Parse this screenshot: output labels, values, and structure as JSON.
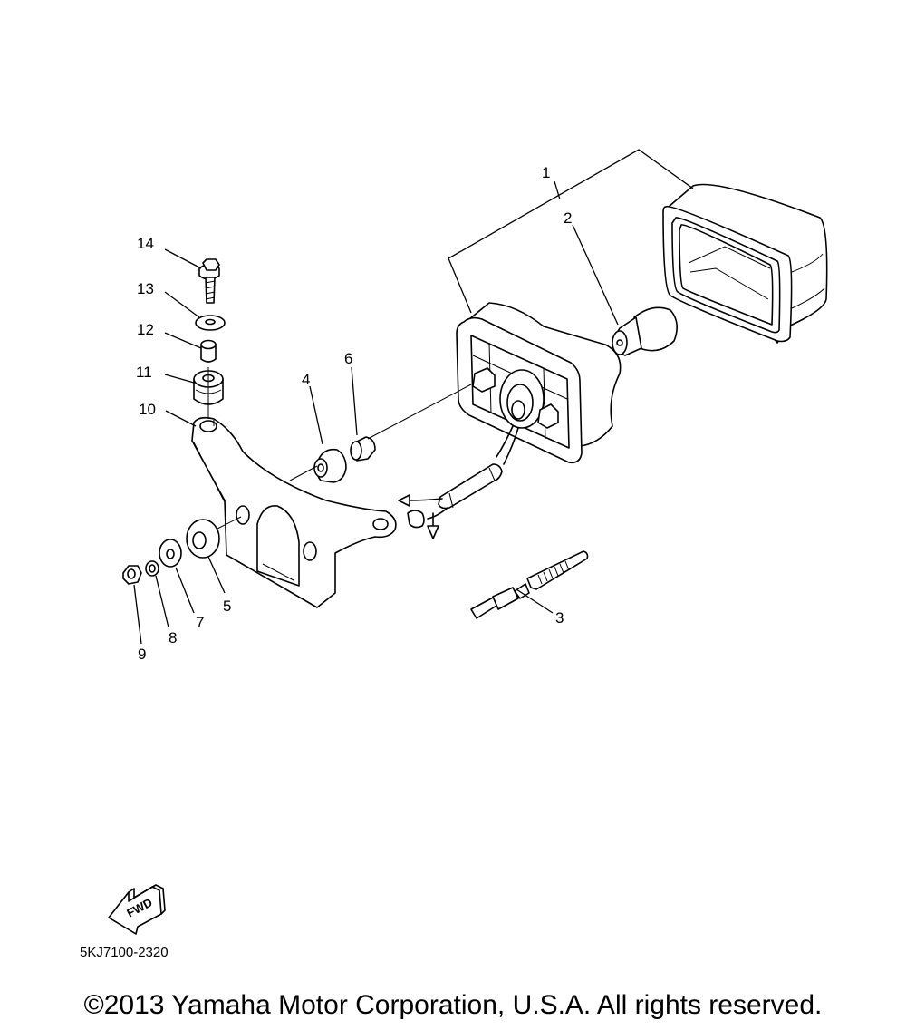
{
  "callouts": [
    {
      "id": "1",
      "label": "1"
    },
    {
      "id": "2",
      "label": "2"
    },
    {
      "id": "3",
      "label": "3"
    },
    {
      "id": "4",
      "label": "4"
    },
    {
      "id": "5",
      "label": "5"
    },
    {
      "id": "6",
      "label": "6"
    },
    {
      "id": "7",
      "label": "7"
    },
    {
      "id": "8",
      "label": "8"
    },
    {
      "id": "9",
      "label": "9"
    },
    {
      "id": "10",
      "label": "10"
    },
    {
      "id": "11",
      "label": "11"
    },
    {
      "id": "12",
      "label": "12"
    },
    {
      "id": "13",
      "label": "13"
    },
    {
      "id": "14",
      "label": "14"
    }
  ],
  "fwd_arrow": {
    "label": "FWD"
  },
  "diagram_code": "5KJ7100-2320",
  "copyright": "©2013 Yamaha Motor Corporation, U.S.A. All rights reserved."
}
